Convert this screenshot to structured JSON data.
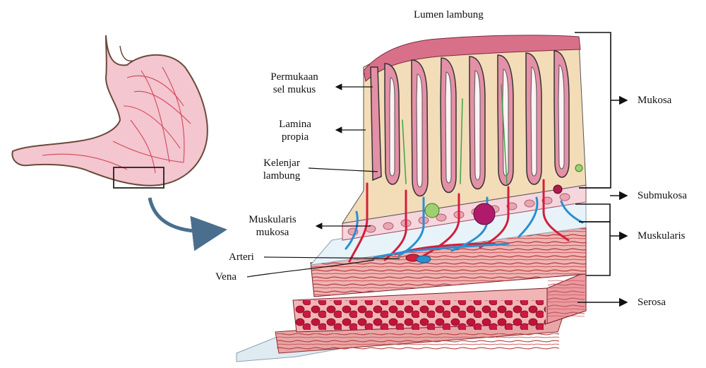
{
  "labels": {
    "lumen": "Lumen lambung",
    "permukaan_line1": "Permukaan",
    "permukaan_line2": "sel mukus",
    "lamina_line1": "Lamina",
    "lamina_line2": "propia",
    "kelenjar_line1": "Kelenjar",
    "kelenjar_line2": "lambung",
    "muskularis_mukosa_line1": "Muskularis",
    "muskularis_mukosa_line2": "mukosa",
    "arteri": "Arteri",
    "vena": "Vena",
    "mukosa": "Mukosa",
    "submukosa": "Submukosa",
    "muskularis": "Muskularis",
    "serosa": "Serosa"
  },
  "colors": {
    "mucosa_pink": "#e07a93",
    "lamina_cream": "#f3dcb8",
    "artery_red": "#d21f3c",
    "vein_blue": "#2a8fd0",
    "muscle_red": "#d84a4a",
    "serosa_blue": "#dfeaf1",
    "outline": "#333333"
  }
}
